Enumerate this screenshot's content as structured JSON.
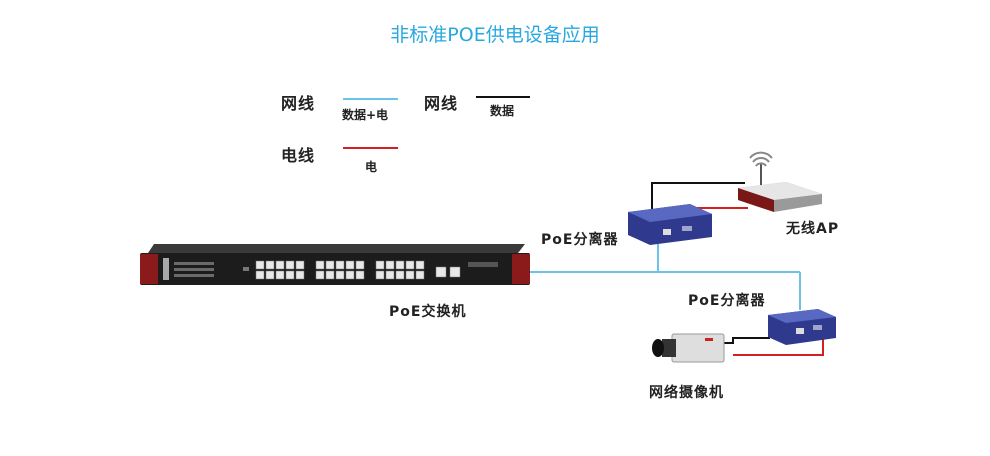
{
  "title": "非标准POE供电设备应用",
  "legend": {
    "net_data_power_label": "网线",
    "net_data_power_caption": "数据+电",
    "net_data_label": "网线",
    "net_data_caption": "数据",
    "power_label": "电线",
    "power_caption": "电"
  },
  "devices": {
    "switch": "PoE交换机",
    "splitter_top": "PoE分离器",
    "wireless_ap": "无线AP",
    "splitter_bottom": "PoE分离器",
    "camera": "网络摄像机"
  },
  "colors": {
    "title": "#27a8e0",
    "data_power_line": "#6cc3ea",
    "data_line": "#111111",
    "power_line": "#d42020"
  },
  "icons": [
    "switch-icon",
    "splitter-icon",
    "router-icon",
    "wifi-icon",
    "camera-icon"
  ]
}
